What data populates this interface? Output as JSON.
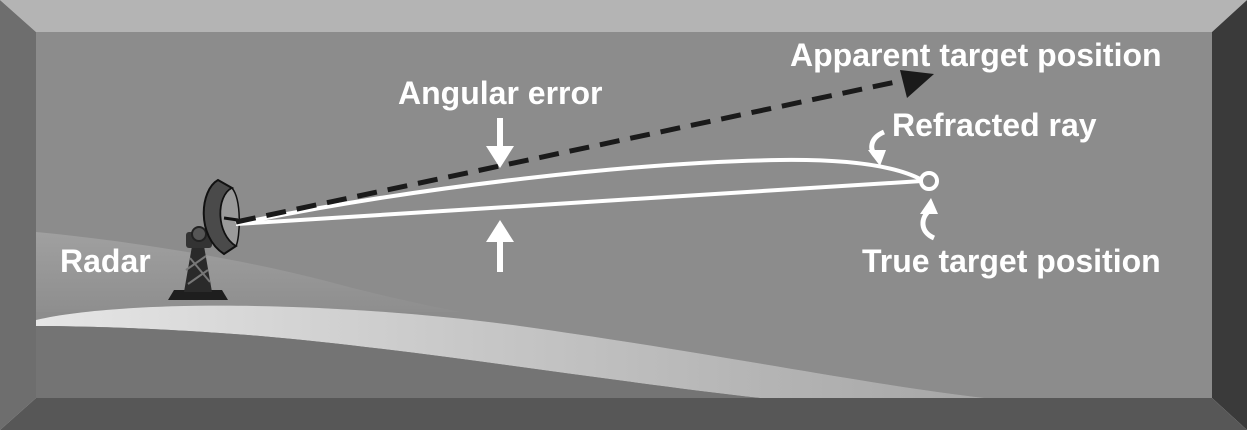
{
  "labels": {
    "apparent": "Apparent target position",
    "angular_error": "Angular error",
    "refracted": "Refracted ray",
    "true_target": "True target position",
    "radar": "Radar"
  },
  "colors": {
    "panel": "#8c8c8c",
    "bevel_top": "#b4b4b4",
    "bevel_left": "#707070",
    "bevel_right": "#3c3c3c",
    "bevel_bottom": "#5a5a5a",
    "ground_light": "#cfcfcf",
    "hill": "#999999",
    "ray": "#ffffff",
    "dashed": "#1a1a1a",
    "text": "#ffffff"
  }
}
